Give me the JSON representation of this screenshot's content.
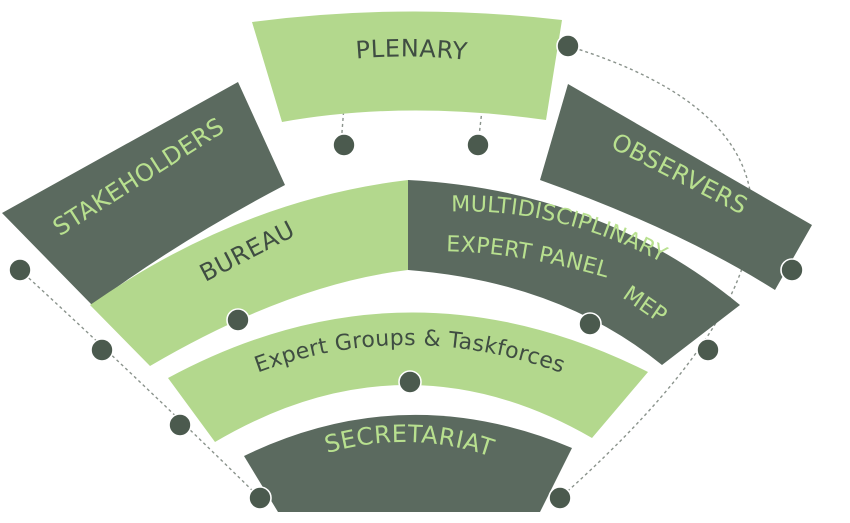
{
  "diagram": {
    "colors": {
      "light_green": "#b3d88d",
      "dark_gray": "#5b6a5f",
      "light_text": "#b8e08f",
      "dark_text": "#3f4d42",
      "dot_fill": "#4b5a4e",
      "connector": "#8a938c"
    },
    "sectors": {
      "plenary": "PLENARY",
      "stakeholders": "STAKEHOLDERS",
      "observers": "OBSERVERS",
      "bureau": "BUREAU",
      "mep_line1": "MULTIDISCIPLINARY",
      "mep_line2": "EXPERT PANEL",
      "mep_line3": "(MEP)",
      "expert_groups": "Expert Groups & Taskforces",
      "secretariat": "SECRETARIAT"
    }
  }
}
